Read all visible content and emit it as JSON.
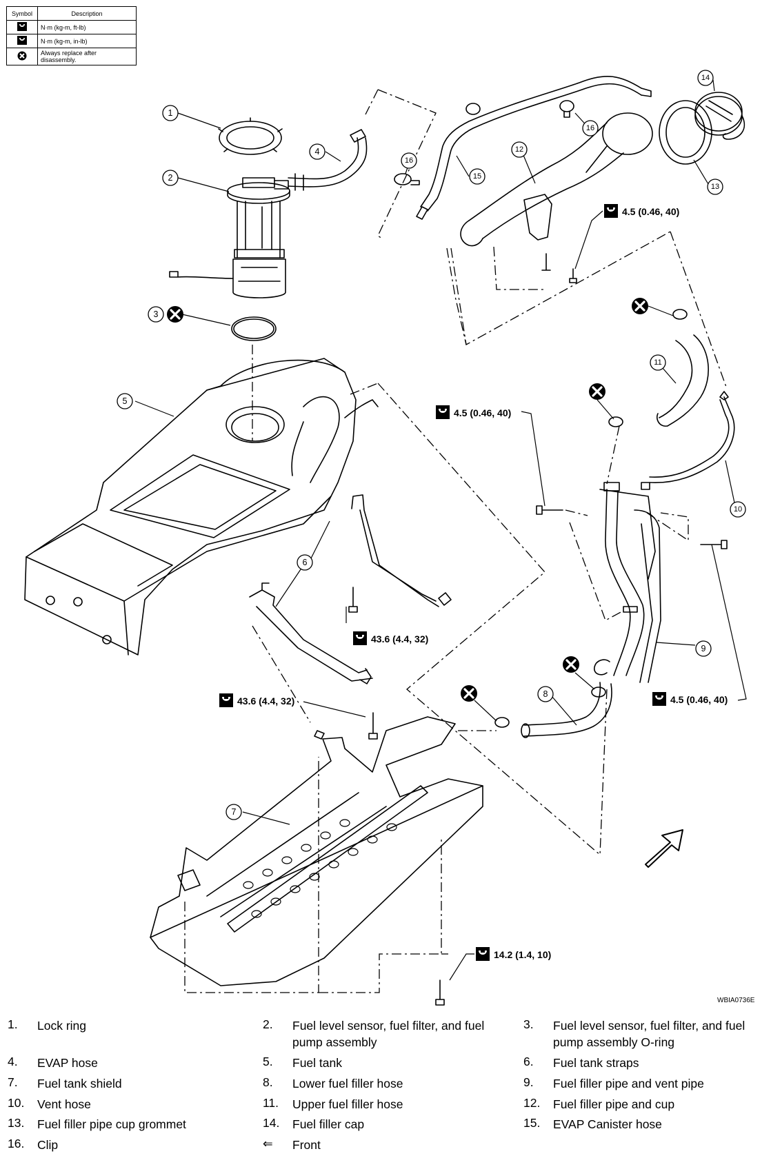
{
  "legend": {
    "header_symbol": "Symbol",
    "header_description": "Description",
    "rows": [
      {
        "icon": "torque-ft-lb-icon",
        "description": "N·m (kg-m, ft-lb)"
      },
      {
        "icon": "torque-in-lb-icon",
        "description": "N·m (kg-m, in-lb)"
      },
      {
        "icon": "replace-icon",
        "description": "Always replace after disassembly."
      }
    ]
  },
  "callouts": [
    "1",
    "2",
    "3",
    "4",
    "5",
    "6",
    "7",
    "8",
    "9",
    "10",
    "11",
    "12",
    "13",
    "14",
    "15",
    "16",
    "16"
  ],
  "torques": {
    "t1": "4.5 (0.46, 40)",
    "t2": "4.5 (0.46, 40)",
    "t3": "43.6 (4.4, 32)",
    "t4": "43.6 (4.4, 32)",
    "t5": "4.5 (0.46, 40)",
    "t6": "14.2 (1.4, 10)"
  },
  "image_code": "WBIA0736E",
  "parts": [
    {
      "num": "1.",
      "name": "Lock ring"
    },
    {
      "num": "2.",
      "name": "Fuel level sensor, fuel filter, and fuel pump assembly"
    },
    {
      "num": "3.",
      "name": "Fuel level sensor, fuel filter, and fuel pump assembly O-ring"
    },
    {
      "num": "4.",
      "name": "EVAP hose"
    },
    {
      "num": "5.",
      "name": "Fuel tank"
    },
    {
      "num": "6.",
      "name": "Fuel tank straps"
    },
    {
      "num": "7.",
      "name": "Fuel tank shield"
    },
    {
      "num": "8.",
      "name": "Lower fuel filler hose"
    },
    {
      "num": "9.",
      "name": "Fuel filler pipe and vent pipe"
    },
    {
      "num": "10.",
      "name": "Vent hose"
    },
    {
      "num": "11.",
      "name": "Upper fuel filler hose"
    },
    {
      "num": "12.",
      "name": "Fuel filler pipe and cup"
    },
    {
      "num": "13.",
      "name": "Fuel filler pipe cup grommet"
    },
    {
      "num": "14.",
      "name": "Fuel filler cap"
    },
    {
      "num": "15.",
      "name": "EVAP Canister hose"
    },
    {
      "num": "16.",
      "name": "Clip"
    },
    {
      "num": "⇐",
      "name": "Front"
    }
  ]
}
